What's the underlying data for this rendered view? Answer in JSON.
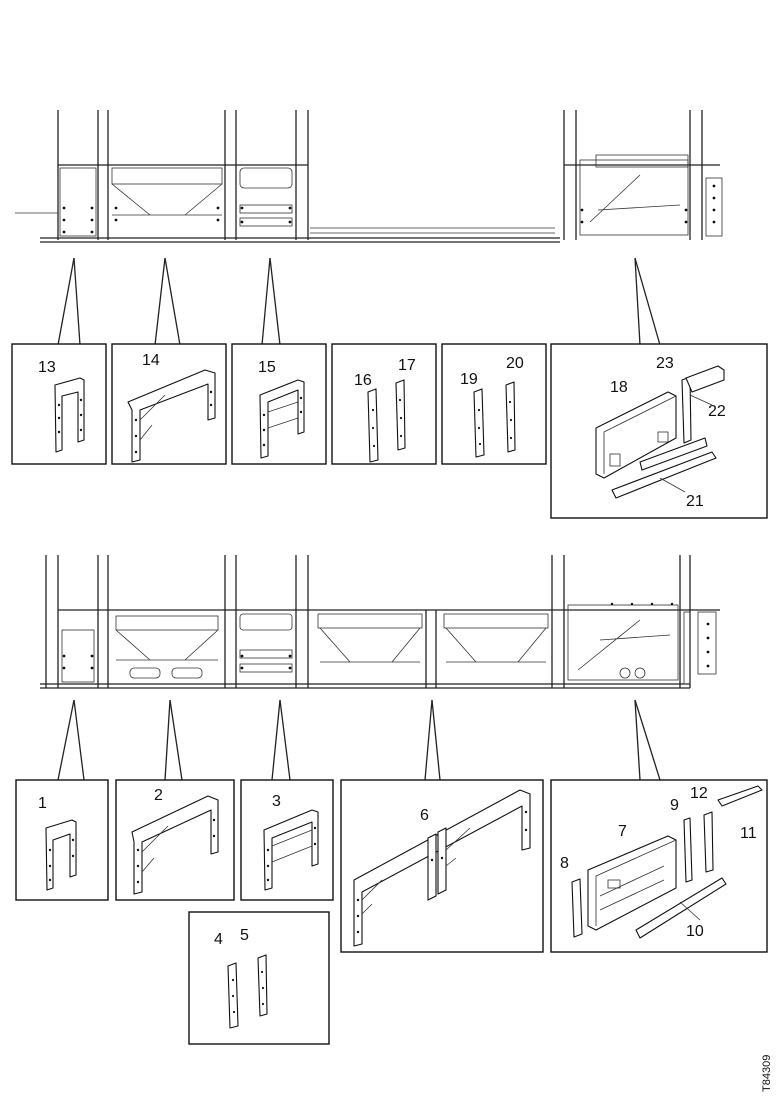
{
  "upper_section": {
    "callout_groups": [
      {
        "id": "g13",
        "labels": [
          "13"
        ]
      },
      {
        "id": "g14",
        "labels": [
          "14"
        ]
      },
      {
        "id": "g15",
        "labels": [
          "15"
        ]
      },
      {
        "id": "g1617",
        "labels": [
          "16",
          "17"
        ]
      },
      {
        "id": "g1920",
        "labels": [
          "19",
          "20"
        ]
      },
      {
        "id": "g18",
        "labels": [
          "18",
          "23",
          "22",
          "21"
        ]
      }
    ]
  },
  "lower_section": {
    "callout_groups": [
      {
        "id": "g1",
        "labels": [
          "1"
        ]
      },
      {
        "id": "g2",
        "labels": [
          "2"
        ]
      },
      {
        "id": "g3",
        "labels": [
          "3"
        ]
      },
      {
        "id": "g6",
        "labels": [
          "6"
        ]
      },
      {
        "id": "g7",
        "labels": [
          "9",
          "12",
          "11",
          "7",
          "8",
          "10"
        ]
      },
      {
        "id": "g45",
        "labels": [
          "4",
          "5"
        ]
      }
    ]
  },
  "figure_code": "T84309"
}
